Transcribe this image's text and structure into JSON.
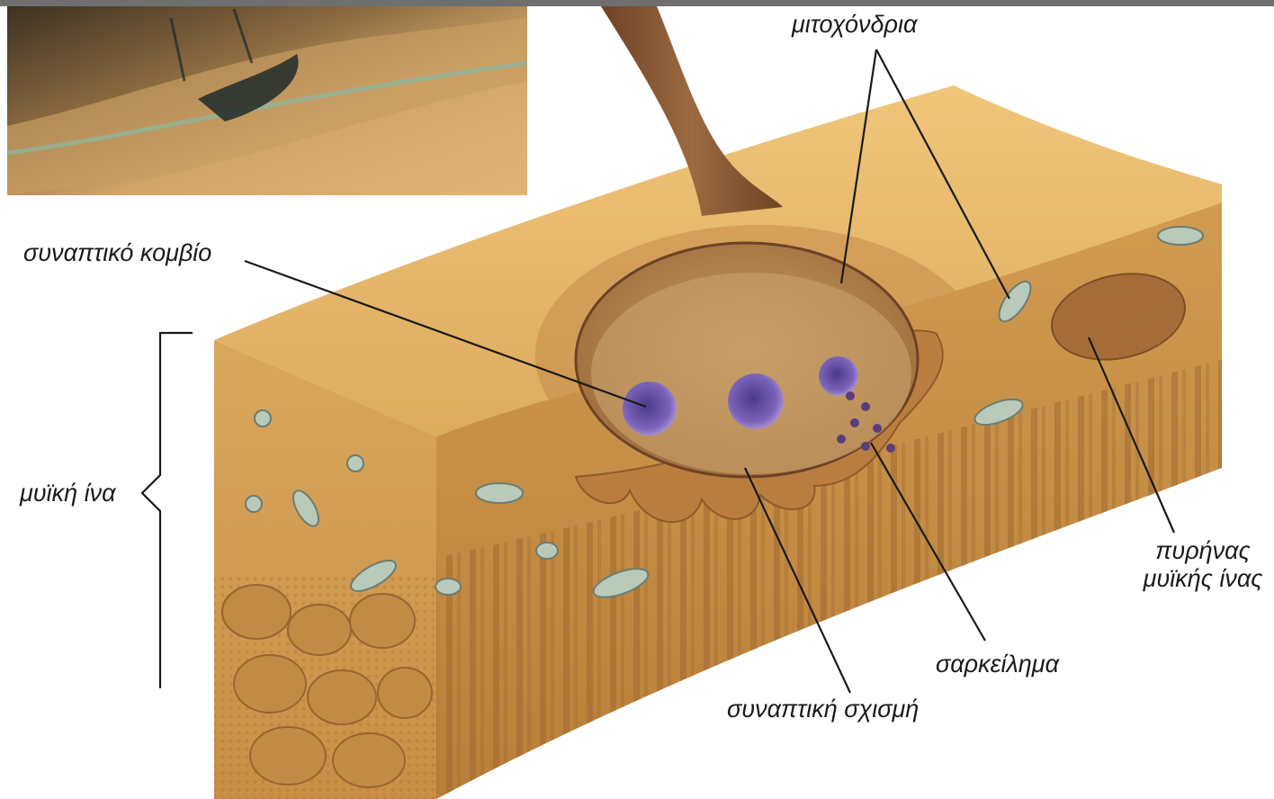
{
  "labels": {
    "mitochondria": "μιτοχόνδρια",
    "synaptic_knob": "συναπτικό κομβίο",
    "muscle_fiber": "μυϊκή ίνα",
    "nucleus_line1": "πυρήνας",
    "nucleus_line2": "μυϊκής ίνας",
    "sarcolemma": "σαρκείλημα",
    "synaptic_cleft": "συναπτική σχισμή"
  },
  "colors": {
    "top_surface": "#e3b468",
    "front_face": "#cf9a52",
    "right_face": "#c99047",
    "nerve": "#8c5a34",
    "vesicle": "#6a52a8",
    "mitochondrion": "#b7c7b8",
    "label_line": "#1a1a1a"
  }
}
